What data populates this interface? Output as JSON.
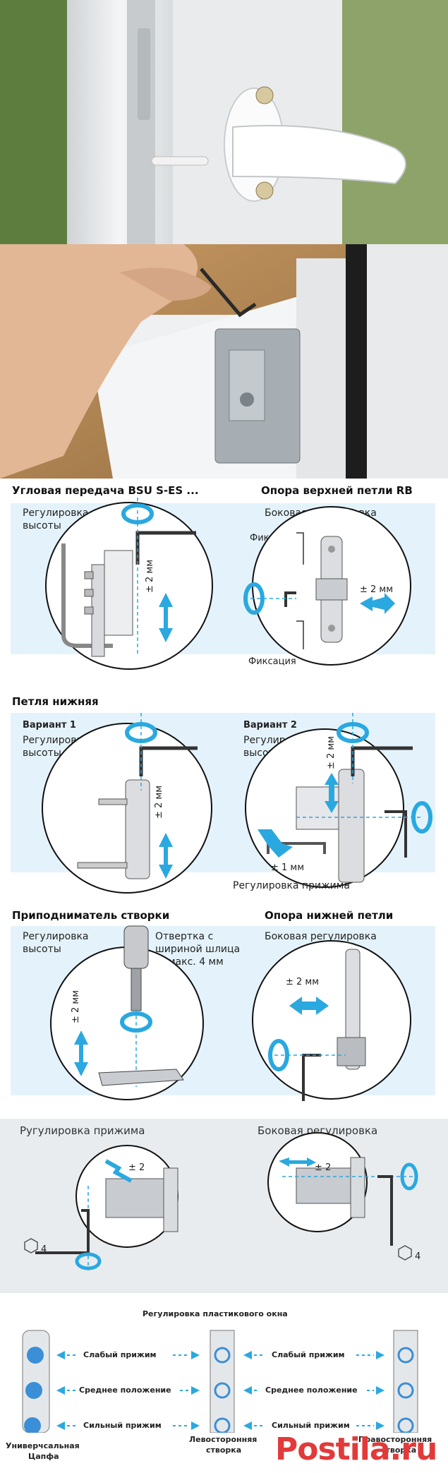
{
  "sections": {
    "corner": {
      "title": "Угловая передача BSU S-ES ...",
      "label": "Регулировка высоты",
      "label_l1": "Регулировка",
      "label_l2": "высоты",
      "dim": "± 2 мм"
    },
    "upper_hinge": {
      "title": "Опора верхней петли RB",
      "subtitle": "Боковая регулировка",
      "fix_top": "Фиксация",
      "fix_bottom": "Фиксация",
      "dim": "± 2 мм"
    },
    "lower_hinge": {
      "title": "Петля нижняя",
      "v1": {
        "label": "Вариант 1",
        "sub_l1": "Регулировка",
        "sub_l2": "высоты",
        "dim": "± 2 мм"
      },
      "v2": {
        "label": "Вариант 2",
        "sub_l1": "Регулировка",
        "sub_l2": "высоты",
        "dim": "± 2 мм",
        "dim2": "± 1 мм",
        "press": "Регулировка прижима"
      }
    },
    "lifter": {
      "title": "Приподниматель створки",
      "sub_l1": "Регулировка",
      "sub_l2": "высоты",
      "screw_l1": "Отвертка с",
      "screw_l2": "шириной шлица",
      "screw_l3": "макс. 4 мм",
      "dim": "± 2 мм"
    },
    "lower_support": {
      "title": "Опора нижней петли",
      "subtitle": "Боковая регулировка",
      "dim": "± 2 мм"
    },
    "grey_panel": {
      "left_title": "Ругулировка прижима",
      "right_title": "Боковая регулировка",
      "dim_left": "± 2",
      "dim_right": "± 2",
      "hex_left": "4",
      "hex_right": "4"
    },
    "bottom_panel": {
      "title": "Регулировка пластикового окна",
      "weak": "Слабый прижим",
      "medium": "Среднее положение",
      "strong": "Сильный прижим",
      "left_caption_l1": "Универчсальная",
      "left_caption_l2": "Цапфа",
      "mid_caption_l1": "Левосторонняя",
      "mid_caption_l2": "створка",
      "right_caption_l1": "Правосторонняя",
      "right_caption_l2": "створка"
    }
  },
  "watermark": "Postila.ru",
  "colors": {
    "accent_blue": "#2aa8e0",
    "panel_blue": "#e4f3fb",
    "grey_panel": "#e9ecef",
    "watermark": "#e23a3a"
  }
}
